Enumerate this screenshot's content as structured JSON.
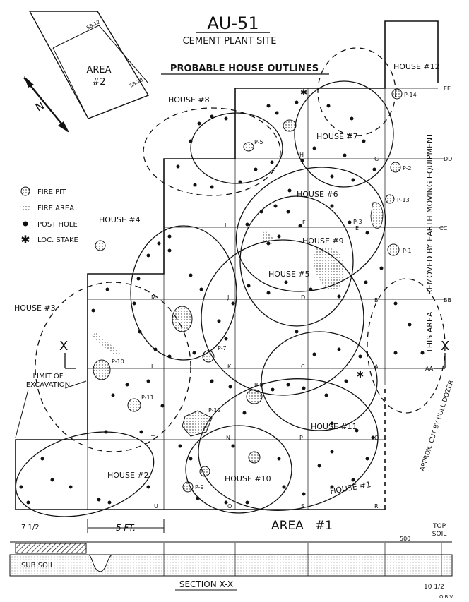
{
  "title": "AU-51",
  "subtitle": "CEMENT PLANT SITE",
  "heading": "PROBABLE HOUSE OUTLINES",
  "area2": {
    "label": "AREA",
    "num": "#2",
    "corner_a": "5B.12",
    "corner_b": "5B.18"
  },
  "north": "N",
  "legend": [
    {
      "symbol": "fire-pit",
      "label": "FIRE PIT"
    },
    {
      "symbol": "fire-area",
      "label": "FIRE AREA"
    },
    {
      "symbol": "post-hole",
      "label": "POST HOLE"
    },
    {
      "symbol": "loc-stake",
      "label": "LOC. STAKE"
    }
  ],
  "houses": [
    {
      "label": "HOUSE #1"
    },
    {
      "label": "HOUSE #2"
    },
    {
      "label": "HOUSE #3"
    },
    {
      "label": "HOUSE #4"
    },
    {
      "label": "HOUSE #5"
    },
    {
      "label": "HOUSE #6"
    },
    {
      "label": "HOUSE #7"
    },
    {
      "label": "HOUSE #8"
    },
    {
      "label": "HOUSE #9"
    },
    {
      "label": "HOUSE #10"
    },
    {
      "label": "HOUSE #11"
    },
    {
      "label": "HOUSE #12"
    }
  ],
  "features": [
    "P-14",
    "P-2",
    "P-13",
    "P-3",
    "P-1",
    "P-5",
    "P-7",
    "P-10",
    "P-11",
    "P-12",
    "P-8",
    "P-9"
  ],
  "grid_letters": [
    "EE",
    "DD",
    "CC",
    "BB",
    "AA",
    "H",
    "G",
    "F",
    "E",
    "I",
    "M",
    "J",
    "D",
    "B",
    "L",
    "K",
    "C",
    "A",
    "T",
    "N",
    "P",
    "Q",
    "U",
    "O",
    "S",
    "R"
  ],
  "side_note": "REMOVED BY EARTH MOVING EQUIPMENT",
  "this_area": "THIS AREA",
  "limit_label": [
    "LIMIT OF",
    "EXCAVATION"
  ],
  "cut_note": "APPROX. CUT BY BULL DOZER",
  "section_mark": "X",
  "scale_label": "5 FT.",
  "area1": {
    "label": "AREA",
    "num": "#1"
  },
  "section": {
    "title": "SECTION X-X",
    "top_soil": [
      "TOP",
      "SOIL"
    ],
    "sub_soil": "SUB SOIL",
    "depth_left": "7 1/2",
    "depth_right": "10 1/2",
    "datum": "500"
  },
  "initials": "O.B.V."
}
